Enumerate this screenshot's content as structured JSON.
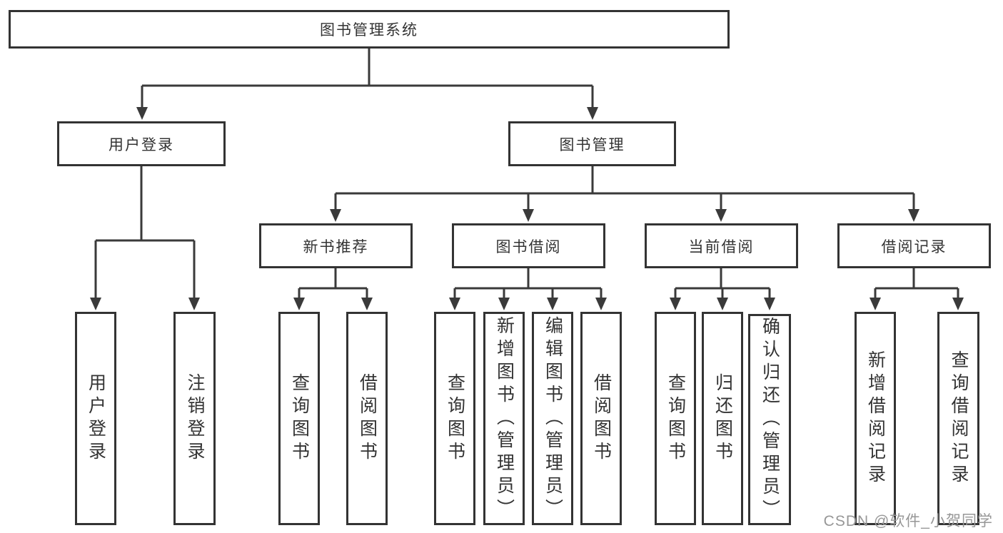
{
  "nodes": {
    "root": {
      "label": "图书管理系统"
    },
    "level2": [
      {
        "label": "用户登录"
      },
      {
        "label": "图书管理"
      }
    ],
    "level3": [
      {
        "label": "新书推荐"
      },
      {
        "label": "图书借阅"
      },
      {
        "label": "当前借阅"
      },
      {
        "label": "借阅记录"
      }
    ],
    "leaves": [
      {
        "label": "用户登录"
      },
      {
        "label": "注销登录"
      },
      {
        "label": "查询图书"
      },
      {
        "label": "借阅图书"
      },
      {
        "label": "查询图书"
      },
      {
        "label": "新增图书（管理员）"
      },
      {
        "label": "编辑图书（管理员）"
      },
      {
        "label": "借阅图书"
      },
      {
        "label": "查询图书"
      },
      {
        "label": "归还图书"
      },
      {
        "label": "确认归还（管理员）"
      },
      {
        "label": "新增借阅记录"
      },
      {
        "label": "查询借阅记录"
      }
    ]
  },
  "watermark": "CSDN @软件_小贺同学",
  "colors": {
    "line": "#3a3a3a",
    "box_border": "#333333",
    "text": "#333333",
    "watermark": "#979797",
    "background": "#ffffff"
  }
}
